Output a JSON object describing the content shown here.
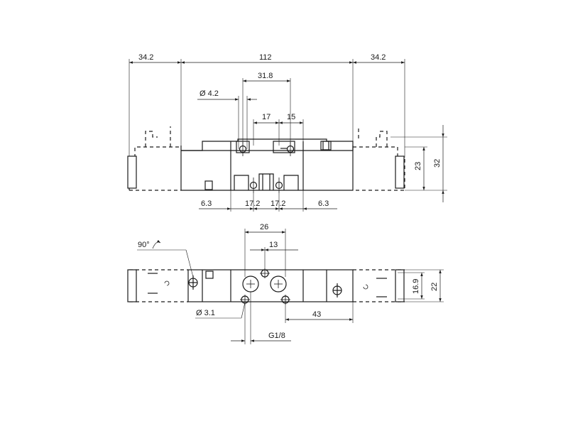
{
  "dimensions": {
    "left_coil_width": "34.2",
    "body_length": "112",
    "right_coil_width": "34.2",
    "port_spacing_top": "31.8",
    "hole_diameter": "Ø 4.2",
    "port_offset_17": "17",
    "port_offset_15": "15",
    "height_23": "23",
    "height_32": "32",
    "offset_left_6_3": "6.3",
    "pitch_left_17_2": "17.2",
    "pitch_right_17_2": "17.2",
    "offset_right_6_3": "6.3",
    "rotation": "90°",
    "span_26": "26",
    "span_13": "13",
    "height_16_9": "16.9",
    "width_22": "22",
    "mount_hole_diameter": "Ø 3.1",
    "port_distance_43": "43",
    "thread_size": "G1/8"
  }
}
